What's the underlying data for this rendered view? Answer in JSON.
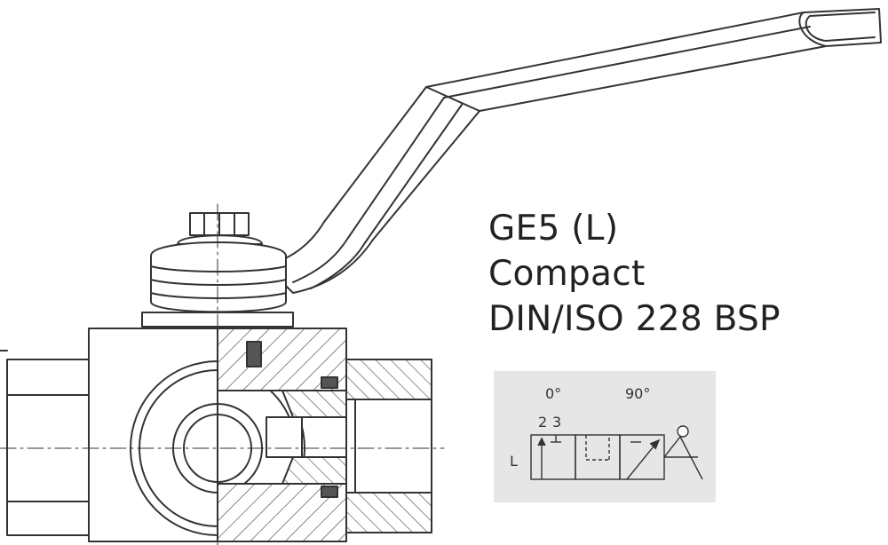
{
  "title": {
    "model": "GE5 (L)",
    "variant": "Compact",
    "standard": "DIN/ISO 228 BSP"
  },
  "symbol": {
    "angle_0": "0°",
    "angle_90": "90°",
    "port_2": "2",
    "port_3": "3",
    "flow_type": "L"
  },
  "colors": {
    "line": "#333333",
    "symbol_background": "#e6e6e6"
  },
  "icons": [
    "ball-valve-drawing",
    "handle-lever-icon",
    "valve-symbol-icon"
  ]
}
